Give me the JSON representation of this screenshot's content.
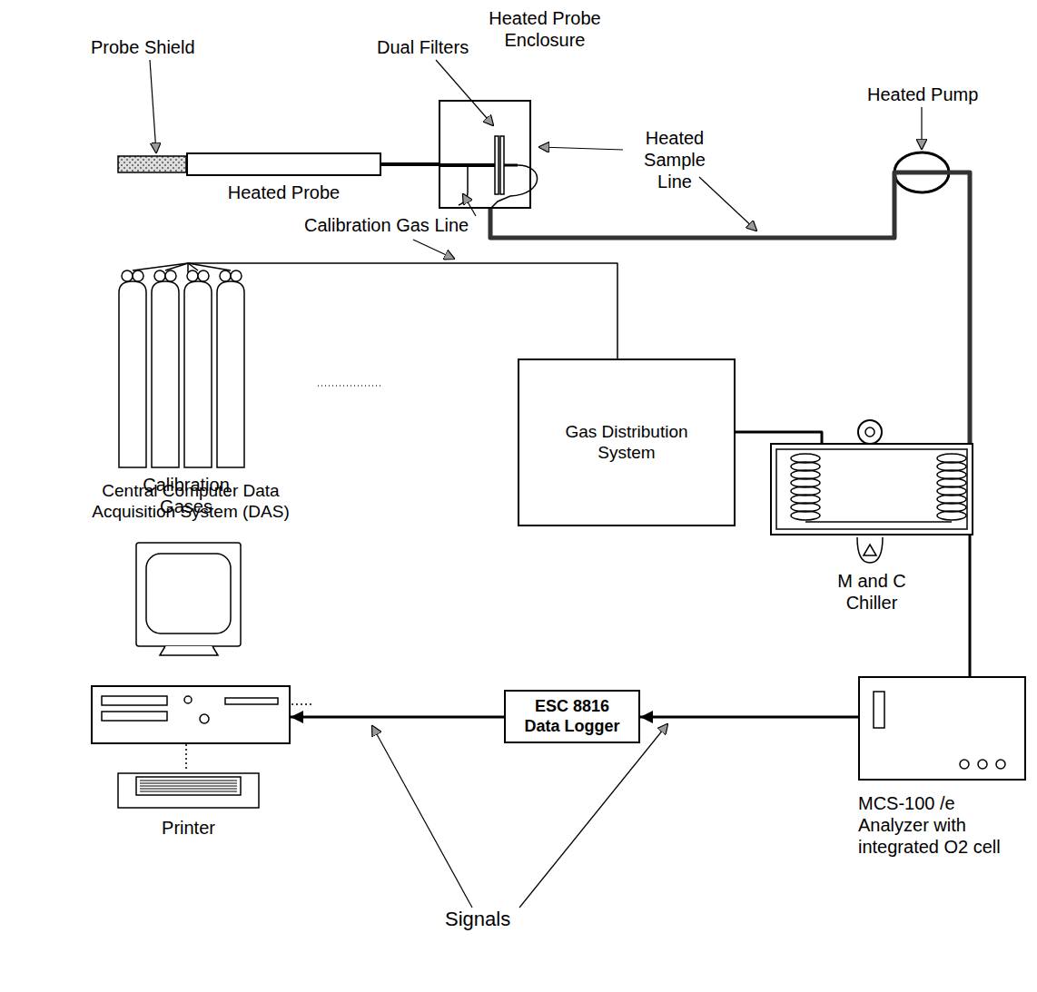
{
  "diagram": {
    "nodes": [
      {
        "text": [
          "Heated Probe"
        ]
      },
      {
        "text": [
          "Heated Probe Enclosure"
        ]
      },
      {
        "text": [
          "Calibration Gases"
        ]
      },
      {
        "text": [
          "Gas Distribution System"
        ]
      },
      {
        "text": [
          "M and C Chiller"
        ]
      },
      {
        "text": [
          "Central Computer Data Acquisition System (DAS)"
        ]
      },
      {
        "text": [
          "ESC 8816 Data Logger"
        ]
      },
      {
        "text": [
          "MCS-100 /e Analyzer with integrated O2 cell"
        ]
      },
      {
        "text": [
          "Printer"
        ]
      }
    ],
    "edges": [
      {
        "from": 0,
        "to": 1,
        "arrow": "none"
      },
      {
        "from": 1,
        "to": 4,
        "arrow": "none"
      },
      {
        "from": 2,
        "to": 3,
        "arrow": "none"
      },
      {
        "from": 3,
        "to": 4,
        "arrow": "none"
      },
      {
        "from": 4,
        "to": 7,
        "arrow": "none"
      },
      {
        "from": 7,
        "to": 6,
        "arrow": "to"
      },
      {
        "from": 6,
        "to": 5,
        "arrow": "to"
      },
      {
        "from": 5,
        "to": 8,
        "arrow": "none"
      }
    ],
    "labels": [
      "Probe Shield",
      "Dual Filters",
      "Heated Sample Line",
      "Heated Pump",
      "Calibration Gas Line",
      "Signals"
    ]
  }
}
